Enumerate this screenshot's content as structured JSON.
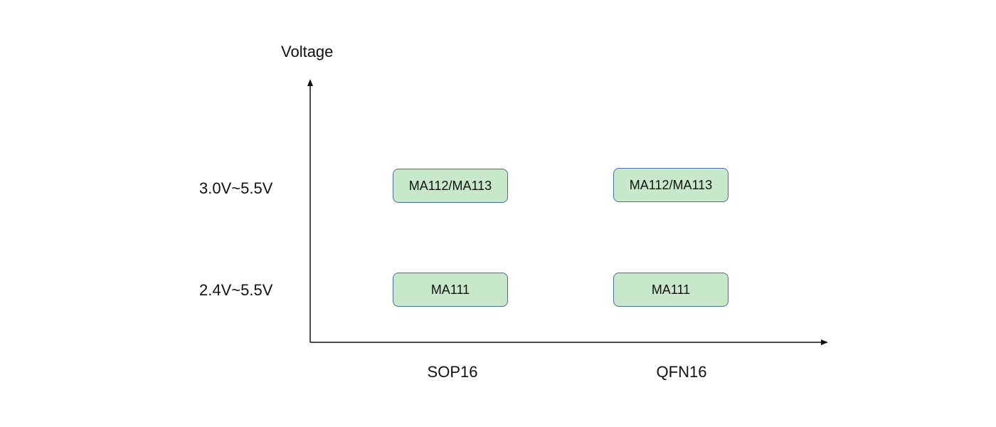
{
  "y_axis": {
    "title": "Voltage"
  },
  "rows": [
    {
      "label": "3.0V~5.5V"
    },
    {
      "label": "2.4V~5.5V"
    }
  ],
  "columns": [
    {
      "label": "SOP16"
    },
    {
      "label": "QFN16"
    }
  ],
  "cells": {
    "sop16_high": "MA112/MA113",
    "qfn16_high": "MA112/MA113",
    "sop16_low": "MA111",
    "qfn16_low": "MA111"
  },
  "colors": {
    "chip_fill": "#c7e8c9",
    "chip_border": "#4a6f9c",
    "axis": "#111111"
  }
}
